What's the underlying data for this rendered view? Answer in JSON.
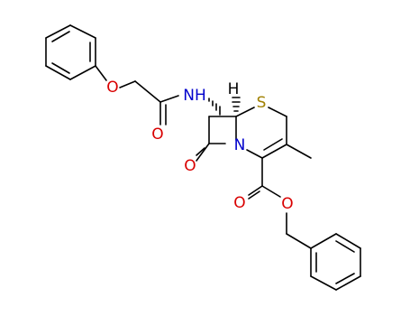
{
  "colors": {
    "background": "#ffffff",
    "bond": "#000000",
    "oxygen": "#d90000",
    "nitrogen": "#0000cc",
    "sulfur": "#a08000",
    "carbon": "#000000"
  },
  "atoms": {
    "ether_oxygen": "O",
    "amide_oxygen": "O",
    "amide_nitrogen": "NH",
    "lactam_oxygen": "O",
    "ring_nitrogen": "N",
    "sulfur": "S",
    "stereo_hydrogen": "H",
    "ester_carbonyl_oxygen": "O",
    "ester_oxygen": "O"
  }
}
